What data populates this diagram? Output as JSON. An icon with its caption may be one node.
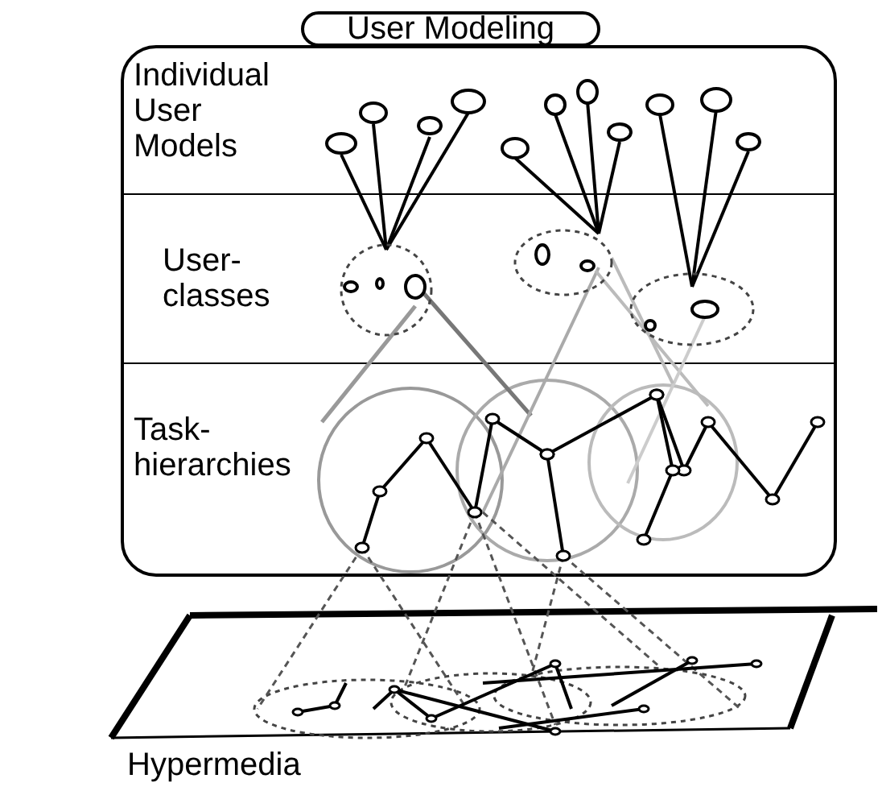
{
  "diagram": {
    "nodes": [
      {
        "text": [
          "User Modeling"
        ]
      },
      {
        "text": [
          "Individual User Models"
        ],
        "in": 0
      },
      {
        "text": [
          "User-classes"
        ],
        "in": 0
      },
      {
        "text": [
          "Task-hierarchies"
        ],
        "in": 0
      },
      {
        "text": [
          "Hypermedia"
        ]
      }
    ]
  }
}
